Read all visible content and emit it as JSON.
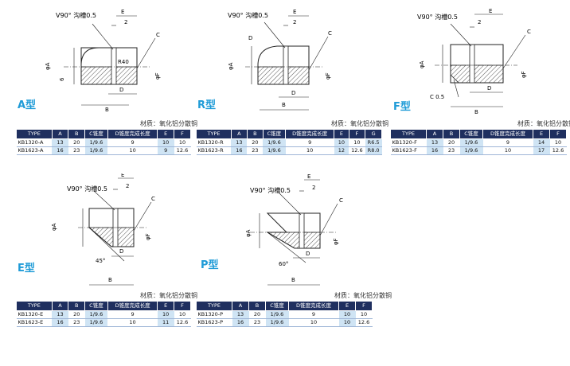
{
  "panels": [
    {
      "key": "a",
      "type_label": "A型",
      "material": "材质：氧化铝分散铜",
      "drawing": {
        "title": "V90° 沟槽0.5",
        "d": "",
        "r": "R40"
      },
      "table": {
        "headers": [
          "TYPE",
          "A",
          "B",
          "C锥度",
          "D锥度完成长度",
          "E",
          "F"
        ],
        "rows": [
          [
            "KB1320-A",
            "13",
            "20",
            "1/9.6",
            "9",
            "10",
            "10"
          ],
          [
            "KB1623-A",
            "16",
            "23",
            "1/9.6",
            "10",
            "9",
            "12.6"
          ]
        ]
      }
    },
    {
      "key": "r",
      "type_label": "R型",
      "material": "材质：氧化铝分散铜",
      "drawing": {
        "title": "V90° 沟槽0.5",
        "d": "D",
        "r": ""
      },
      "table": {
        "headers": [
          "TYPE",
          "A",
          "B",
          "C锥度",
          "D锥度完成长度",
          "E",
          "F",
          "G"
        ],
        "rows": [
          [
            "KB1320-R",
            "13",
            "20",
            "1/9.6",
            "9",
            "10",
            "10",
            "R6.5"
          ],
          [
            "KB1623-R",
            "16",
            "23",
            "1/9.6",
            "10",
            "12",
            "12.6",
            "R8.0"
          ]
        ]
      }
    },
    {
      "key": "f",
      "type_label": "F型",
      "material": "材质：氧化铝分散铜",
      "drawing": {
        "title": "V90° 沟槽0.5",
        "d": "",
        "r": "",
        "chamfer": "C 0.5"
      },
      "table": {
        "headers": [
          "TYPE",
          "A",
          "B",
          "C锥度",
          "D锥度完成长度",
          "E",
          "F"
        ],
        "rows": [
          [
            "KB1320-F",
            "13",
            "20",
            "1/9.6",
            "9",
            "14",
            "10"
          ],
          [
            "KB1623-F",
            "16",
            "23",
            "1/9.6",
            "10",
            "17",
            "12.6"
          ]
        ]
      }
    },
    {
      "key": "e",
      "type_label": "E型",
      "material": "材质：氧化铝分散铜",
      "drawing": {
        "title": "V90° 沟槽0.5",
        "d": "",
        "r": "",
        "angle": "45°"
      },
      "table": {
        "headers": [
          "TYPE",
          "A",
          "B",
          "C锥度",
          "D锥度完成长度",
          "E",
          "F"
        ],
        "rows": [
          [
            "KB1320-E",
            "13",
            "20",
            "1/9.6",
            "9",
            "10",
            "10"
          ],
          [
            "KB1623-E",
            "16",
            "23",
            "1/9.6",
            "10",
            "11",
            "12.6"
          ]
        ]
      }
    },
    {
      "key": "p",
      "type_label": "P型",
      "material": "材质：氧化铝分散铜",
      "drawing": {
        "title": "V90° 沟槽0.5",
        "d": "",
        "r": "",
        "angle": "60°"
      },
      "table": {
        "headers": [
          "TYPE",
          "A",
          "B",
          "C锥度",
          "D锥度完成长度",
          "E",
          "F"
        ],
        "rows": [
          [
            "KB1320-P",
            "13",
            "20",
            "1/9.6",
            "9",
            "10",
            "10"
          ],
          [
            "KB1623-P",
            "16",
            "23",
            "1/9.6",
            "10",
            "10",
            "12.6"
          ]
        ]
      }
    }
  ],
  "dims": {
    "A": "φA",
    "F": "φF",
    "B": "B",
    "D": "D",
    "E": "E",
    "C": "C",
    "G": "6",
    "two": "2"
  },
  "colors": {
    "accent": "#1f9bd7",
    "header": "#1f2f5f",
    "shade": "#cfe4f4",
    "hatch": "#5a5a5a"
  }
}
